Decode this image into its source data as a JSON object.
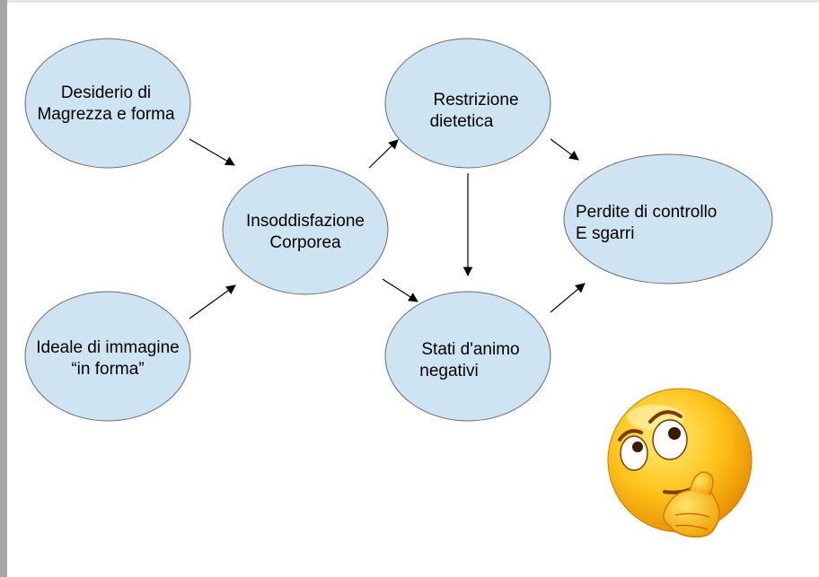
{
  "diagram": {
    "nodes": {
      "desiderio": {
        "line1": "Desiderio di",
        "line2": "Magrezza e forma"
      },
      "ideale": {
        "line1": "Ideale di immagine",
        "line2": "“in forma”"
      },
      "insoddisfazione": {
        "line1": "Insoddisfazione",
        "line2": "Corporea"
      },
      "restrizione": {
        "line1": "Restrizione",
        "line2": "dietetica"
      },
      "stati": {
        "line1": "Stati d'animo",
        "line2": "negativi"
      },
      "perdite": {
        "line1": "Perdite di controllo",
        "line2": "E sgarri"
      }
    },
    "edges": [
      {
        "from": "Desiderio di Magrezza e forma",
        "to": "Insoddisfazione Corporea"
      },
      {
        "from": "Ideale di immagine “in forma”",
        "to": "Insoddisfazione Corporea"
      },
      {
        "from": "Insoddisfazione Corporea",
        "to": "Restrizione dietetica"
      },
      {
        "from": "Insoddisfazione Corporea",
        "to": "Stati d'animo negativi"
      },
      {
        "from": "Restrizione dietetica",
        "to": "Stati d'animo negativi"
      },
      {
        "from": "Restrizione dietetica",
        "to": "Perdite di controllo E sgarri"
      },
      {
        "from": "Stati d'animo negativi",
        "to": "Perdite di controllo E sgarri"
      }
    ],
    "colors": {
      "node_fill": "#cfe4f3",
      "node_stroke": "#6b6b6b",
      "arrow": "#000000"
    },
    "decoration": {
      "icon": "thinking-emoji-icon"
    }
  }
}
